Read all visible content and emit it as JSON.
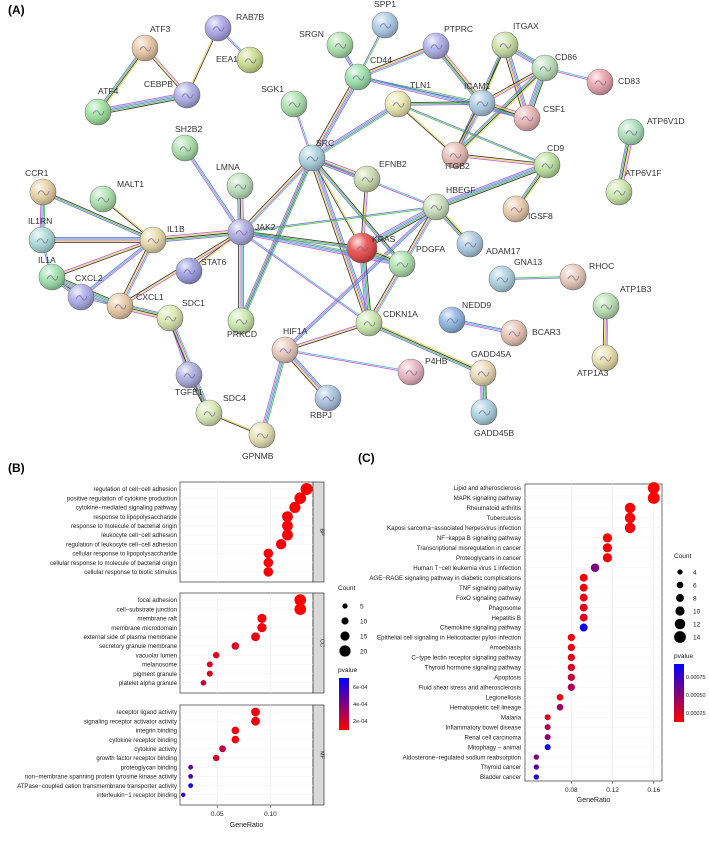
{
  "panels": {
    "a": {
      "label": "(A)"
    },
    "b": {
      "label": "(B)"
    },
    "c": {
      "label": "(C)"
    }
  },
  "network": {
    "nodes": [
      {
        "id": "RAB7B",
        "label": "RAB7B",
        "color": "#a9a0e8"
      },
      {
        "id": "ATF3",
        "label": "ATF3",
        "color": "#e8c4a0"
      },
      {
        "id": "EEA1",
        "label": "EEA1",
        "color": "#c8dc88"
      },
      {
        "id": "CEBPB",
        "label": "CEBPB",
        "color": "#a8a8e8"
      },
      {
        "id": "ATF4",
        "label": "ATF4",
        "color": "#98e098"
      },
      {
        "id": "SPP1",
        "label": "SPP1",
        "color": "#a8c8e8"
      },
      {
        "id": "SRGN",
        "label": "SRGN",
        "color": "#a8e0a8"
      },
      {
        "id": "PTPRC",
        "label": "PTPRC",
        "color": "#a8a8e8"
      },
      {
        "id": "ITGAX",
        "label": "ITGAX",
        "color": "#c8e0a0"
      },
      {
        "id": "CD44",
        "label": "CD44",
        "color": "#98e0a8"
      },
      {
        "id": "CD86",
        "label": "CD86",
        "color": "#b8e0b8"
      },
      {
        "id": "CD83",
        "label": "CD83",
        "color": "#e8a0a8"
      },
      {
        "id": "SGK1",
        "label": "SGK1",
        "color": "#a8e0a8"
      },
      {
        "id": "TLN1",
        "label": "TLN1",
        "color": "#e8e8a8"
      },
      {
        "id": "ICAM1",
        "label": "ICAM1",
        "color": "#a8c8e0"
      },
      {
        "id": "CSF1",
        "label": "CSF1",
        "color": "#e8b0b0"
      },
      {
        "id": "ATP6V1D",
        "label": "ATP6V1D",
        "color": "#a8e0b8"
      },
      {
        "id": "SH2B2",
        "label": "SH2B2",
        "color": "#a8e0a8"
      },
      {
        "id": "SRC",
        "label": "SRC",
        "color": "#a8d0e0"
      },
      {
        "id": "ITGB2",
        "label": "ITGB2",
        "color": "#e8b8b0"
      },
      {
        "id": "CD9",
        "label": "CD9",
        "color": "#b8e098"
      },
      {
        "id": "ATP6V1F",
        "label": "ATP6V1F",
        "color": "#c8e8a8"
      },
      {
        "id": "CCR1",
        "label": "CCR1",
        "color": "#e8d0a0"
      },
      {
        "id": "MALT1",
        "label": "MALT1",
        "color": "#a8e0a8"
      },
      {
        "id": "LMNA",
        "label": "LMNA",
        "color": "#b8e0b8"
      },
      {
        "id": "EFNB2",
        "label": "EFNB2",
        "color": "#c8d8a8"
      },
      {
        "id": "IGSF8",
        "label": "IGSF8",
        "color": "#e8c8a8"
      },
      {
        "id": "HBEGF",
        "label": "HBEGF",
        "color": "#c8e0b8"
      },
      {
        "id": "IL1RN",
        "label": "IL1RN",
        "color": "#a8d8d8"
      },
      {
        "id": "IL1B",
        "label": "IL1B",
        "color": "#e8d8a8"
      },
      {
        "id": "JAK2",
        "label": "JAK2",
        "color": "#a8a8e0"
      },
      {
        "id": "KRAS",
        "label": "KRAS",
        "color": "#e84040"
      },
      {
        "id": "ADAM17",
        "label": "ADAM17",
        "color": "#a8c8e0"
      },
      {
        "id": "PDGFA",
        "label": "PDGFA",
        "color": "#a8e0a8"
      },
      {
        "id": "IL1A",
        "label": "IL1A",
        "color": "#98e0a8"
      },
      {
        "id": "STAT6",
        "label": "STAT6",
        "color": "#9898e0"
      },
      {
        "id": "CXCL2",
        "label": "CXCL2",
        "color": "#a8a8e8"
      },
      {
        "id": "CXCL1",
        "label": "CXCL1",
        "color": "#e8c8a0"
      },
      {
        "id": "GNA13",
        "label": "GNA13",
        "color": "#a8d0e0"
      },
      {
        "id": "RHOC",
        "label": "RHOC",
        "color": "#e8c8b8"
      },
      {
        "id": "SDC1",
        "label": "SDC1",
        "color": "#d8e8a8"
      },
      {
        "id": "PRKCD",
        "label": "PRKCD",
        "color": "#c8e8a8"
      },
      {
        "id": "CDKN1A",
        "label": "CDKN1A",
        "color": "#c8e8a8"
      },
      {
        "id": "NEDD9",
        "label": "NEDD9",
        "color": "#88b0e0"
      },
      {
        "id": "BCAR3",
        "label": "BCAR3",
        "color": "#e8c0b0"
      },
      {
        "id": "ATP1B3",
        "label": "ATP1B3",
        "color": "#b8e0b0"
      },
      {
        "id": "TGFB1",
        "label": "TGFB1",
        "color": "#a8a8e0"
      },
      {
        "id": "HIF1A",
        "label": "HIF1A",
        "color": "#e8c8b8"
      },
      {
        "id": "P4HB",
        "label": "P4HB",
        "color": "#e8b0c0"
      },
      {
        "id": "GADD45A",
        "label": "GADD45A",
        "color": "#e8d8b0"
      },
      {
        "id": "ATP1A3",
        "label": "ATP1A3",
        "color": "#e8e0a8"
      },
      {
        "id": "SDC4",
        "label": "SDC4",
        "color": "#d8e8b0"
      },
      {
        "id": "RBPJ",
        "label": "RBPJ",
        "color": "#a8c0e0"
      },
      {
        "id": "GPNMB",
        "label": "GPNMB",
        "color": "#e8e0b0"
      },
      {
        "id": "GADD45B",
        "label": "GADD45B",
        "color": "#a8d0e0"
      }
    ],
    "edges": [
      [
        "RAB7B",
        "EEA1"
      ],
      [
        "ATF3",
        "CEBPB"
      ],
      [
        "ATF3",
        "ATF4"
      ],
      [
        "CEBPB",
        "ATF4"
      ],
      [
        "SPP1",
        "CD44"
      ],
      [
        "SRGN",
        "CD44"
      ],
      [
        "PTPRC",
        "CD44"
      ],
      [
        "PTPRC",
        "ICAM1"
      ],
      [
        "ITGAX",
        "ICAM1"
      ],
      [
        "ITGAX",
        "ITGB2"
      ],
      [
        "ITGAX",
        "CD86"
      ],
      [
        "ITGAX",
        "CSF1"
      ],
      [
        "CD86",
        "CD83"
      ],
      [
        "CD86",
        "ICAM1"
      ],
      [
        "CD86",
        "ITGB2"
      ],
      [
        "CD86",
        "CSF1"
      ],
      [
        "CD44",
        "ICAM1"
      ],
      [
        "CD44",
        "CSF1"
      ],
      [
        "ICAM1",
        "ITGB2"
      ],
      [
        "ICAM1",
        "CSF1"
      ],
      [
        "TLN1",
        "ITGB2"
      ],
      [
        "TLN1",
        "ICAM1"
      ],
      [
        "TLN1",
        "SRC"
      ],
      [
        "CD44",
        "SRC"
      ],
      [
        "SGK1",
        "SRC"
      ],
      [
        "CD9",
        "ITGB2"
      ],
      [
        "CD9",
        "IGSF8"
      ],
      [
        "CD9",
        "HBEGF"
      ],
      [
        "CD9",
        "TLN1"
      ],
      [
        "SH2B2",
        "JAK2"
      ],
      [
        "SRC",
        "JAK2"
      ],
      [
        "SRC",
        "EFNB2"
      ],
      [
        "SRC",
        "KRAS"
      ],
      [
        "SRC",
        "PDGFA"
      ],
      [
        "SRC",
        "PRKCD"
      ],
      [
        "SRC",
        "CDKN1A"
      ],
      [
        "SRC",
        "HBEGF"
      ],
      [
        "EFNB2",
        "KRAS"
      ],
      [
        "HBEGF",
        "ADAM17"
      ],
      [
        "HBEGF",
        "KRAS"
      ],
      [
        "HBEGF",
        "JAK2"
      ],
      [
        "HBEGF",
        "HIF1A"
      ],
      [
        "HBEGF",
        "CDKN1A"
      ],
      [
        "LMNA",
        "JAK2"
      ],
      [
        "MALT1",
        "IL1B"
      ],
      [
        "CCR1",
        "IL1B"
      ],
      [
        "CCR1",
        "IL1RN"
      ],
      [
        "IL1RN",
        "IL1B"
      ],
      [
        "IL1RN",
        "IL1A"
      ],
      [
        "IL1A",
        "IL1B"
      ],
      [
        "IL1A",
        "CXCL2"
      ],
      [
        "IL1A",
        "CXCL1"
      ],
      [
        "CXCL2",
        "CXCL1"
      ],
      [
        "CXCL2",
        "IL1B"
      ],
      [
        "IL1B",
        "CXCL1"
      ],
      [
        "IL1B",
        "JAK2"
      ],
      [
        "JAK2",
        "STAT6"
      ],
      [
        "JAK2",
        "KRAS"
      ],
      [
        "JAK2",
        "PDGFA"
      ],
      [
        "JAK2",
        "PRKCD"
      ],
      [
        "JAK2",
        "CDKN1A"
      ],
      [
        "JAK2",
        "CXCL1"
      ],
      [
        "KRAS",
        "PDGFA"
      ],
      [
        "KRAS",
        "CDKN1A"
      ],
      [
        "PRKCD",
        "SRC"
      ],
      [
        "SDC1",
        "TGFB1"
      ],
      [
        "SDC1",
        "SDC4"
      ],
      [
        "SDC1",
        "CXCL1"
      ],
      [
        "SDC4",
        "GPNMB"
      ],
      [
        "SDC4",
        "TGFB1"
      ],
      [
        "HIF1A",
        "GPNMB"
      ],
      [
        "HIF1A",
        "RBPJ"
      ],
      [
        "HIF1A",
        "P4HB"
      ],
      [
        "HIF1A",
        "CDKN1A"
      ],
      [
        "CDKN1A",
        "GADD45A"
      ],
      [
        "GADD45A",
        "GADD45B"
      ],
      [
        "GNA13",
        "RHOC"
      ],
      [
        "NEDD9",
        "BCAR3"
      ],
      [
        "ATP1B3",
        "ATP1A3"
      ],
      [
        "ATP6V1D",
        "ATP6V1F"
      ],
      [
        "CEBPB",
        "RAB7B"
      ]
    ]
  },
  "chart_data": [
    {
      "type": "scatter",
      "panel": "B",
      "xlabel": "GeneRatio",
      "ylabel": "",
      "xticks": [
        0.05,
        0.1
      ],
      "xlim": [
        0.015,
        0.14
      ],
      "size_legend": {
        "title": "Count",
        "values": [
          5,
          10,
          15,
          20
        ]
      },
      "color_legend": {
        "title": "pvalue",
        "ticks": [
          "6e-04",
          "4e-04",
          "2e-04"
        ],
        "low_color": "#ff0000",
        "high_color": "#0000ff"
      },
      "facets": [
        {
          "name": "BP",
          "terms": [
            {
              "term": "regulation of cell−cell adhesion",
              "x": 0.134,
              "count": 22,
              "p": 1e-05
            },
            {
              "term": "positive regulation of cytokine production",
              "x": 0.128,
              "count": 21,
              "p": 2e-05
            },
            {
              "term": "cytokine−mediated signaling pathway",
              "x": 0.123,
              "count": 20,
              "p": 2e-05
            },
            {
              "term": "response to lipopolysaccharide",
              "x": 0.116,
              "count": 19,
              "p": 2e-05
            },
            {
              "term": "response to molecule of bacterial origin",
              "x": 0.116,
              "count": 19,
              "p": 2e-05
            },
            {
              "term": "leukocyte cell−cell adhesion",
              "x": 0.116,
              "count": 19,
              "p": 3e-05
            },
            {
              "term": "regulation of leukocyte cell−cell adhesion",
              "x": 0.11,
              "count": 18,
              "p": 4e-05
            },
            {
              "term": "cellular response to lipopolysaccharide",
              "x": 0.098,
              "count": 16,
              "p": 2e-05
            },
            {
              "term": "cellular response to molecule of bacterial origin",
              "x": 0.098,
              "count": 16,
              "p": 2e-05
            },
            {
              "term": "cellular response to biotic stimulus",
              "x": 0.098,
              "count": 16,
              "p": 3e-05
            }
          ]
        },
        {
          "name": "CC",
          "terms": [
            {
              "term": "focal adhesion",
              "x": 0.128,
              "count": 21,
              "p": 1e-05
            },
            {
              "term": "cell−substrate junction",
              "x": 0.128,
              "count": 21,
              "p": 1e-05
            },
            {
              "term": "membrane raft",
              "x": 0.092,
              "count": 15,
              "p": 4e-05
            },
            {
              "term": "membrane microdomain",
              "x": 0.092,
              "count": 15,
              "p": 4e-05
            },
            {
              "term": "external side of plasma membrane",
              "x": 0.086,
              "count": 14,
              "p": 6e-05
            },
            {
              "term": "secretory granule membrane",
              "x": 0.067,
              "count": 11,
              "p": 0.0001
            },
            {
              "term": "vacuolar lumen",
              "x": 0.049,
              "count": 8,
              "p": 8e-05
            },
            {
              "term": "melanosome",
              "x": 0.043,
              "count": 7,
              "p": 0.0001
            },
            {
              "term": "pigment granule",
              "x": 0.043,
              "count": 7,
              "p": 0.0001
            },
            {
              "term": "platelet alpha granule",
              "x": 0.037,
              "count": 6,
              "p": 0.00015
            }
          ]
        },
        {
          "name": "MF",
          "terms": [
            {
              "term": "receptor ligand activity",
              "x": 0.086,
              "count": 14,
              "p": 5e-05
            },
            {
              "term": "signaling receptor activator activity",
              "x": 0.086,
              "count": 14,
              "p": 5e-05
            },
            {
              "term": "integrin binding",
              "x": 0.067,
              "count": 11,
              "p": 3e-05
            },
            {
              "term": "cytokine receptor binding",
              "x": 0.067,
              "count": 11,
              "p": 4e-05
            },
            {
              "term": "cytokine activity",
              "x": 0.055,
              "count": 9,
              "p": 0.00018
            },
            {
              "term": "growth factor receptor binding",
              "x": 0.049,
              "count": 8,
              "p": 0.00012
            },
            {
              "term": "proteoglycan binding",
              "x": 0.025,
              "count": 4,
              "p": 0.00042
            },
            {
              "term": "non−membrane spanning protein tyrosine kinase activity",
              "x": 0.025,
              "count": 4,
              "p": 0.0005
            },
            {
              "term": "ATPase−coupled cation transmembrane transporter activity",
              "x": 0.025,
              "count": 4,
              "p": 0.00065
            },
            {
              "term": "interleukin−1 receptor binding",
              "x": 0.018,
              "count": 3,
              "p": 0.00056
            }
          ]
        }
      ]
    },
    {
      "type": "scatter",
      "panel": "C",
      "xlabel": "GeneRatio",
      "ylabel": "",
      "xticks": [
        0.08,
        0.12,
        0.16
      ],
      "xlim": [
        0.035,
        0.168
      ],
      "size_legend": {
        "title": "Count",
        "values": [
          4,
          6,
          8,
          10,
          12,
          14
        ]
      },
      "color_legend": {
        "title": "pvalue",
        "ticks": [
          "0.00075",
          "0.00050",
          "0.00025"
        ],
        "low_color": "#ff0000",
        "high_color": "#0000ff"
      },
      "terms": [
        {
          "term": "Lipid and atherosclerosis",
          "x": 0.16,
          "count": 14,
          "p": 1e-05
        },
        {
          "term": "MAPK signaling pathway",
          "x": 0.16,
          "count": 14,
          "p": 2e-05
        },
        {
          "term": "Rheumatoid arthritis",
          "x": 0.137,
          "count": 12,
          "p": 1e-05
        },
        {
          "term": "Tuberculosis",
          "x": 0.137,
          "count": 12,
          "p": 2e-05
        },
        {
          "term": "Kaposi sarcoma−associated herpesvirus infection",
          "x": 0.137,
          "count": 12,
          "p": 3e-05
        },
        {
          "term": "NF−kappa B signaling pathway",
          "x": 0.115,
          "count": 10,
          "p": 2e-05
        },
        {
          "term": "Transcriptional misregulation in cancer",
          "x": 0.115,
          "count": 10,
          "p": 3e-05
        },
        {
          "term": "Proteoglycans in cancer",
          "x": 0.115,
          "count": 10,
          "p": 4e-05
        },
        {
          "term": "Human T−cell leukemia virus 1 infection",
          "x": 0.103,
          "count": 9,
          "p": 0.00045
        },
        {
          "term": "AGE−RAGE signaling pathway in diabetic complications",
          "x": 0.092,
          "count": 8,
          "p": 4e-05
        },
        {
          "term": "TNF signaling pathway",
          "x": 0.092,
          "count": 8,
          "p": 5e-05
        },
        {
          "term": "FoxO signaling pathway",
          "x": 0.092,
          "count": 8,
          "p": 8e-05
        },
        {
          "term": "Phagosome",
          "x": 0.092,
          "count": 8,
          "p": 0.0001
        },
        {
          "term": "Hepatitis B",
          "x": 0.092,
          "count": 8,
          "p": 0.00012
        },
        {
          "term": "Chemokine signaling pathway",
          "x": 0.092,
          "count": 8,
          "p": 0.00085
        },
        {
          "term": "Epithelial cell signaling in Helicobacter pylori infection",
          "x": 0.08,
          "count": 7,
          "p": 5e-05
        },
        {
          "term": "Amoebiasis",
          "x": 0.08,
          "count": 7,
          "p": 8e-05
        },
        {
          "term": "C−type lectin receptor signaling pathway",
          "x": 0.08,
          "count": 7,
          "p": 0.0001
        },
        {
          "term": "Thyroid hormone signaling pathway",
          "x": 0.08,
          "count": 7,
          "p": 0.00015
        },
        {
          "term": "Apoptosis",
          "x": 0.08,
          "count": 7,
          "p": 0.0002
        },
        {
          "term": "Fluid shear stress and atherosclerosis",
          "x": 0.08,
          "count": 7,
          "p": 0.0003
        },
        {
          "term": "Legionellosis",
          "x": 0.069,
          "count": 6,
          "p": 8e-05
        },
        {
          "term": "Hematopoietic cell lineage",
          "x": 0.069,
          "count": 6,
          "p": 0.00035
        },
        {
          "term": "Malaria",
          "x": 0.057,
          "count": 5,
          "p": 0.0001
        },
        {
          "term": "Inflammatory bowel disease",
          "x": 0.057,
          "count": 5,
          "p": 0.0003
        },
        {
          "term": "Renal cell carcinoma",
          "x": 0.057,
          "count": 5,
          "p": 0.0004
        },
        {
          "term": "Mitophagy − animal",
          "x": 0.057,
          "count": 5,
          "p": 0.0009
        },
        {
          "term": "Aldosterone−regulated sodium reabsorption",
          "x": 0.046,
          "count": 4,
          "p": 0.00045
        },
        {
          "term": "Thyroid cancer",
          "x": 0.046,
          "count": 4,
          "p": 0.0006
        },
        {
          "term": "Bladder cancer",
          "x": 0.046,
          "count": 4,
          "p": 0.0008
        }
      ]
    }
  ]
}
